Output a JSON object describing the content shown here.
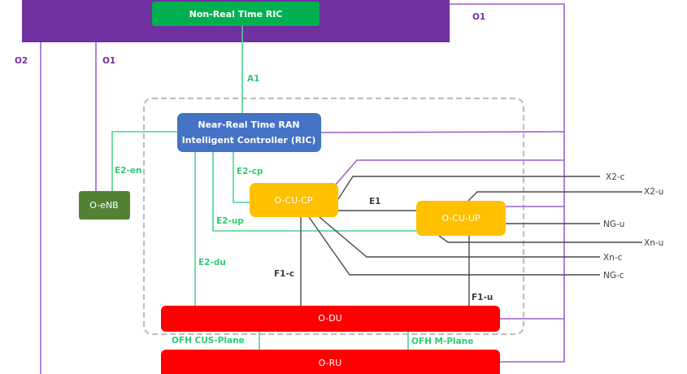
{
  "title": "O-RAN Architecture",
  "colors": {
    "smo": "#7030A0",
    "non_rt_ric": "#00B050",
    "near_rt_ric": "#4472C4",
    "o_enb": "#548235",
    "o_cu": "#FFC000",
    "o_du": "#FF0000",
    "o_ru": "#FF0000",
    "interface_o": "#9B5FCF",
    "interface_e2": "#4CD38E",
    "interface_gray": "#4a4a4a",
    "boundary": "#BFBFBF"
  },
  "nodes": {
    "non_rt_ric": "Non-Real Time RIC",
    "near_rt_ric_line1": "Near-Real Time RAN",
    "near_rt_ric_line2": "Intelligent Controller (RIC)",
    "o_enb": "O-eNB",
    "o_cu_cp": "O-CU-CP",
    "o_cu_up": "O-CU-UP",
    "o_du": "O-DU",
    "o_ru": "O-RU"
  },
  "interfaces": {
    "o2": "O2",
    "o1_left": "O1",
    "o1_right": "O1",
    "a1": "A1",
    "e2_en": "E2-en",
    "e2_cp": "E2-cp",
    "e2_up": "E2-up",
    "e2_du": "E2-du",
    "e1": "E1",
    "f1_c": "F1-c",
    "f1_u": "F1-u",
    "ofh_cus": "OFH CUS-Plane",
    "ofh_m": "OFH M-Plane"
  },
  "external_interfaces": [
    "X2-c",
    "X2-u",
    "NG-u",
    "Xn-u",
    "Xn-c",
    "NG-c"
  ]
}
